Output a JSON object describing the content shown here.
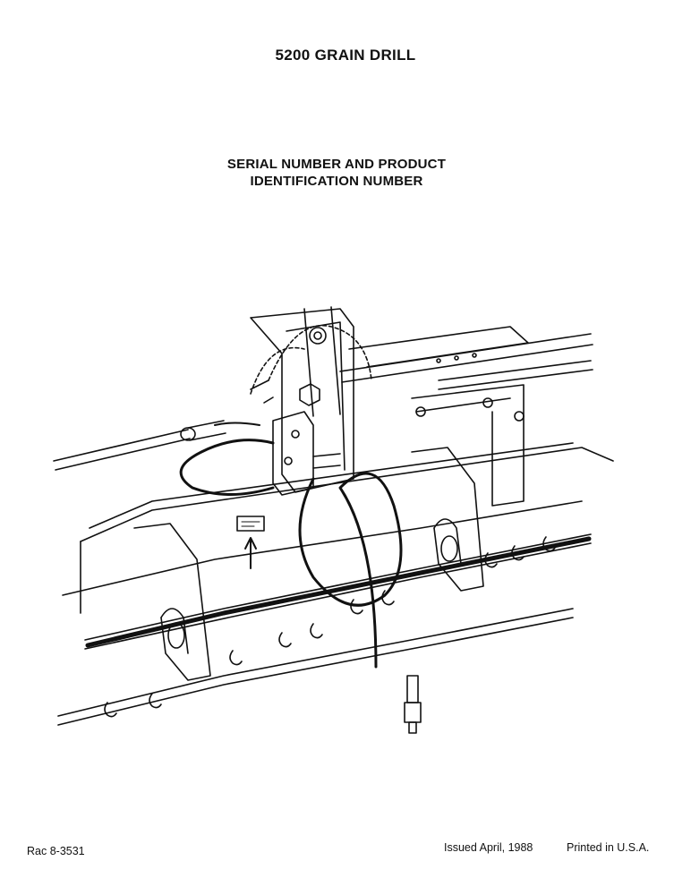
{
  "header": {
    "title": "5200 GRAIN DRILL",
    "subtitle_line1": "SERIAL NUMBER AND PRODUCT",
    "subtitle_line2": "IDENTIFICATION NUMBER"
  },
  "illustration": {
    "icon": "grain-drill-frame-illustration"
  },
  "footer": {
    "code": "Rac 8-3531",
    "issued": "Issued April, 1988",
    "printed": "Printed in U.S.A."
  }
}
